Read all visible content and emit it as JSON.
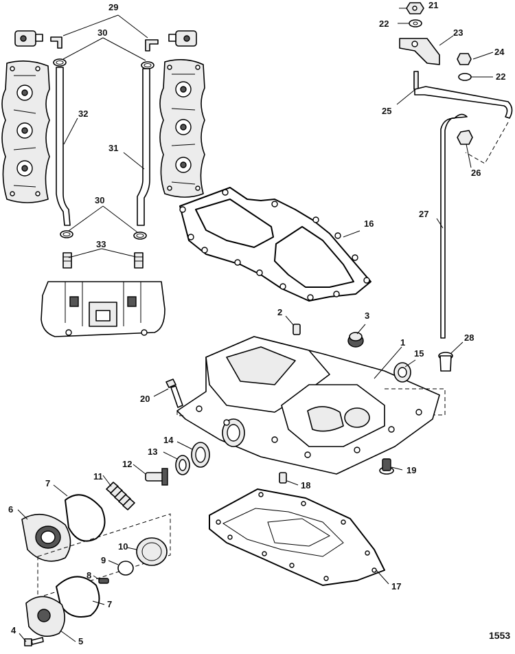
{
  "figure_id": "1553",
  "callouts": [
    {
      "id": "c1",
      "text": "1"
    },
    {
      "id": "c2",
      "text": "2"
    },
    {
      "id": "c3",
      "text": "3"
    },
    {
      "id": "c4",
      "text": "4"
    },
    {
      "id": "c5",
      "text": "5"
    },
    {
      "id": "c6",
      "text": "6"
    },
    {
      "id": "c7a",
      "text": "7"
    },
    {
      "id": "c7b",
      "text": "7"
    },
    {
      "id": "c8",
      "text": "8"
    },
    {
      "id": "c9",
      "text": "9"
    },
    {
      "id": "c10",
      "text": "10"
    },
    {
      "id": "c11",
      "text": "11"
    },
    {
      "id": "c12",
      "text": "12"
    },
    {
      "id": "c13",
      "text": "13"
    },
    {
      "id": "c14",
      "text": "14"
    },
    {
      "id": "c15",
      "text": "15"
    },
    {
      "id": "c16",
      "text": "16"
    },
    {
      "id": "c17",
      "text": "17"
    },
    {
      "id": "c18",
      "text": "18"
    },
    {
      "id": "c19",
      "text": "19"
    },
    {
      "id": "c20",
      "text": "20"
    },
    {
      "id": "c21",
      "text": "21"
    },
    {
      "id": "c22a",
      "text": "22"
    },
    {
      "id": "c22b",
      "text": "22"
    },
    {
      "id": "c23",
      "text": "23"
    },
    {
      "id": "c24",
      "text": "24"
    },
    {
      "id": "c25",
      "text": "25"
    },
    {
      "id": "c26",
      "text": "26"
    },
    {
      "id": "c27",
      "text": "27"
    },
    {
      "id": "c28",
      "text": "28"
    },
    {
      "id": "c29",
      "text": "29"
    },
    {
      "id": "c30a",
      "text": "30"
    },
    {
      "id": "c30b",
      "text": "30"
    },
    {
      "id": "c31",
      "text": "31"
    },
    {
      "id": "c32",
      "text": "32"
    },
    {
      "id": "c33",
      "text": "33"
    }
  ]
}
